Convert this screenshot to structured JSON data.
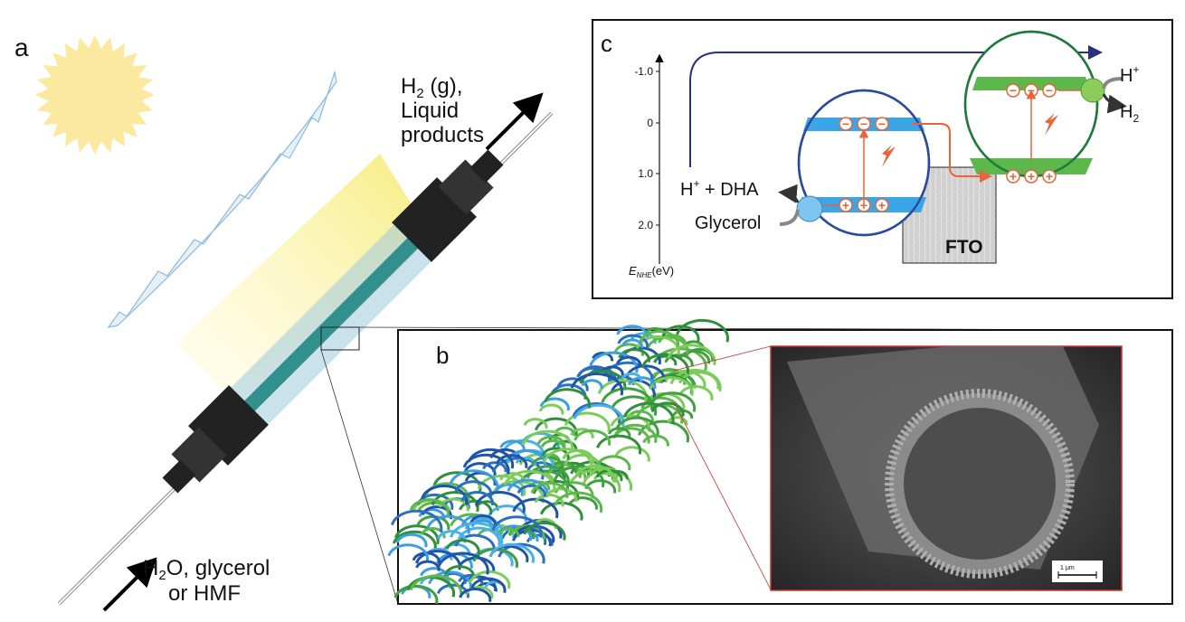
{
  "panel_a": {
    "label": "a",
    "outlet_line1": "H",
    "outlet_sub": "2",
    "outlet_line1_rest": " (g),",
    "outlet_line2": "Liquid",
    "outlet_line3": "products",
    "inlet_h": "H",
    "inlet_sub": "2",
    "inlet_rest": "O, glycerol",
    "inlet_line2": "or HMF"
  },
  "panel_b": {
    "label": "b",
    "scale_bar": "1 μm"
  },
  "panel_c": {
    "label": "c",
    "y_ticks": [
      "-1.0",
      "0",
      "1.0",
      "2.0"
    ],
    "y_axis_E": "E",
    "y_axis_sub": "NHE",
    "y_axis_unit": "(eV)",
    "oxidation_product_h": "H",
    "oxidation_product_sup": "+",
    "oxidation_product_rest": " + DHA",
    "reactant": "Glycerol",
    "proton": "H",
    "proton_sup": "+",
    "hydrogen": "H",
    "hydrogen_sub": "2",
    "substrate": "FTO",
    "electron_symbol": "−",
    "hole_symbol": "+"
  },
  "colors": {
    "blue_semiconductor": "#3aa6e8",
    "green_semiconductor": "#5cb84a",
    "electron_orange": "#e8643a",
    "arc_navy": "#2a2f80",
    "sun": "#fbe9a0"
  }
}
